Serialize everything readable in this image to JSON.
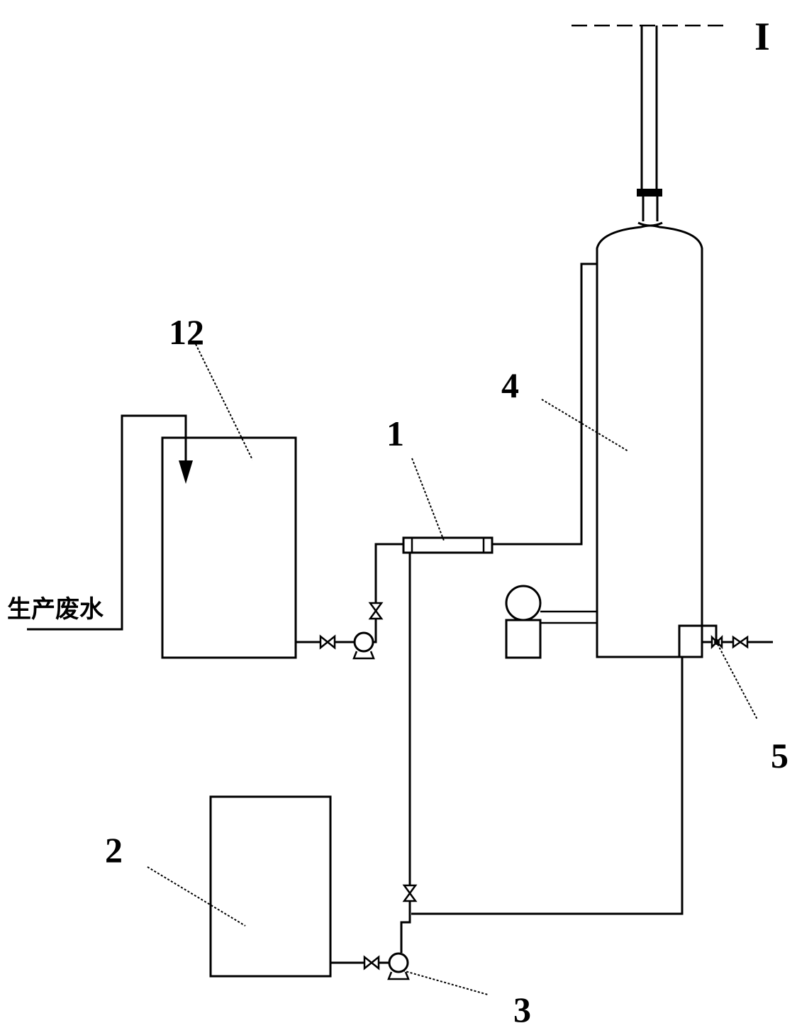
{
  "labels": {
    "roman_one": "I",
    "l12": "12",
    "l1": "1",
    "l4": "4",
    "l2": "2",
    "l3": "3",
    "l5": "5",
    "wastewater": "生产废水"
  }
}
